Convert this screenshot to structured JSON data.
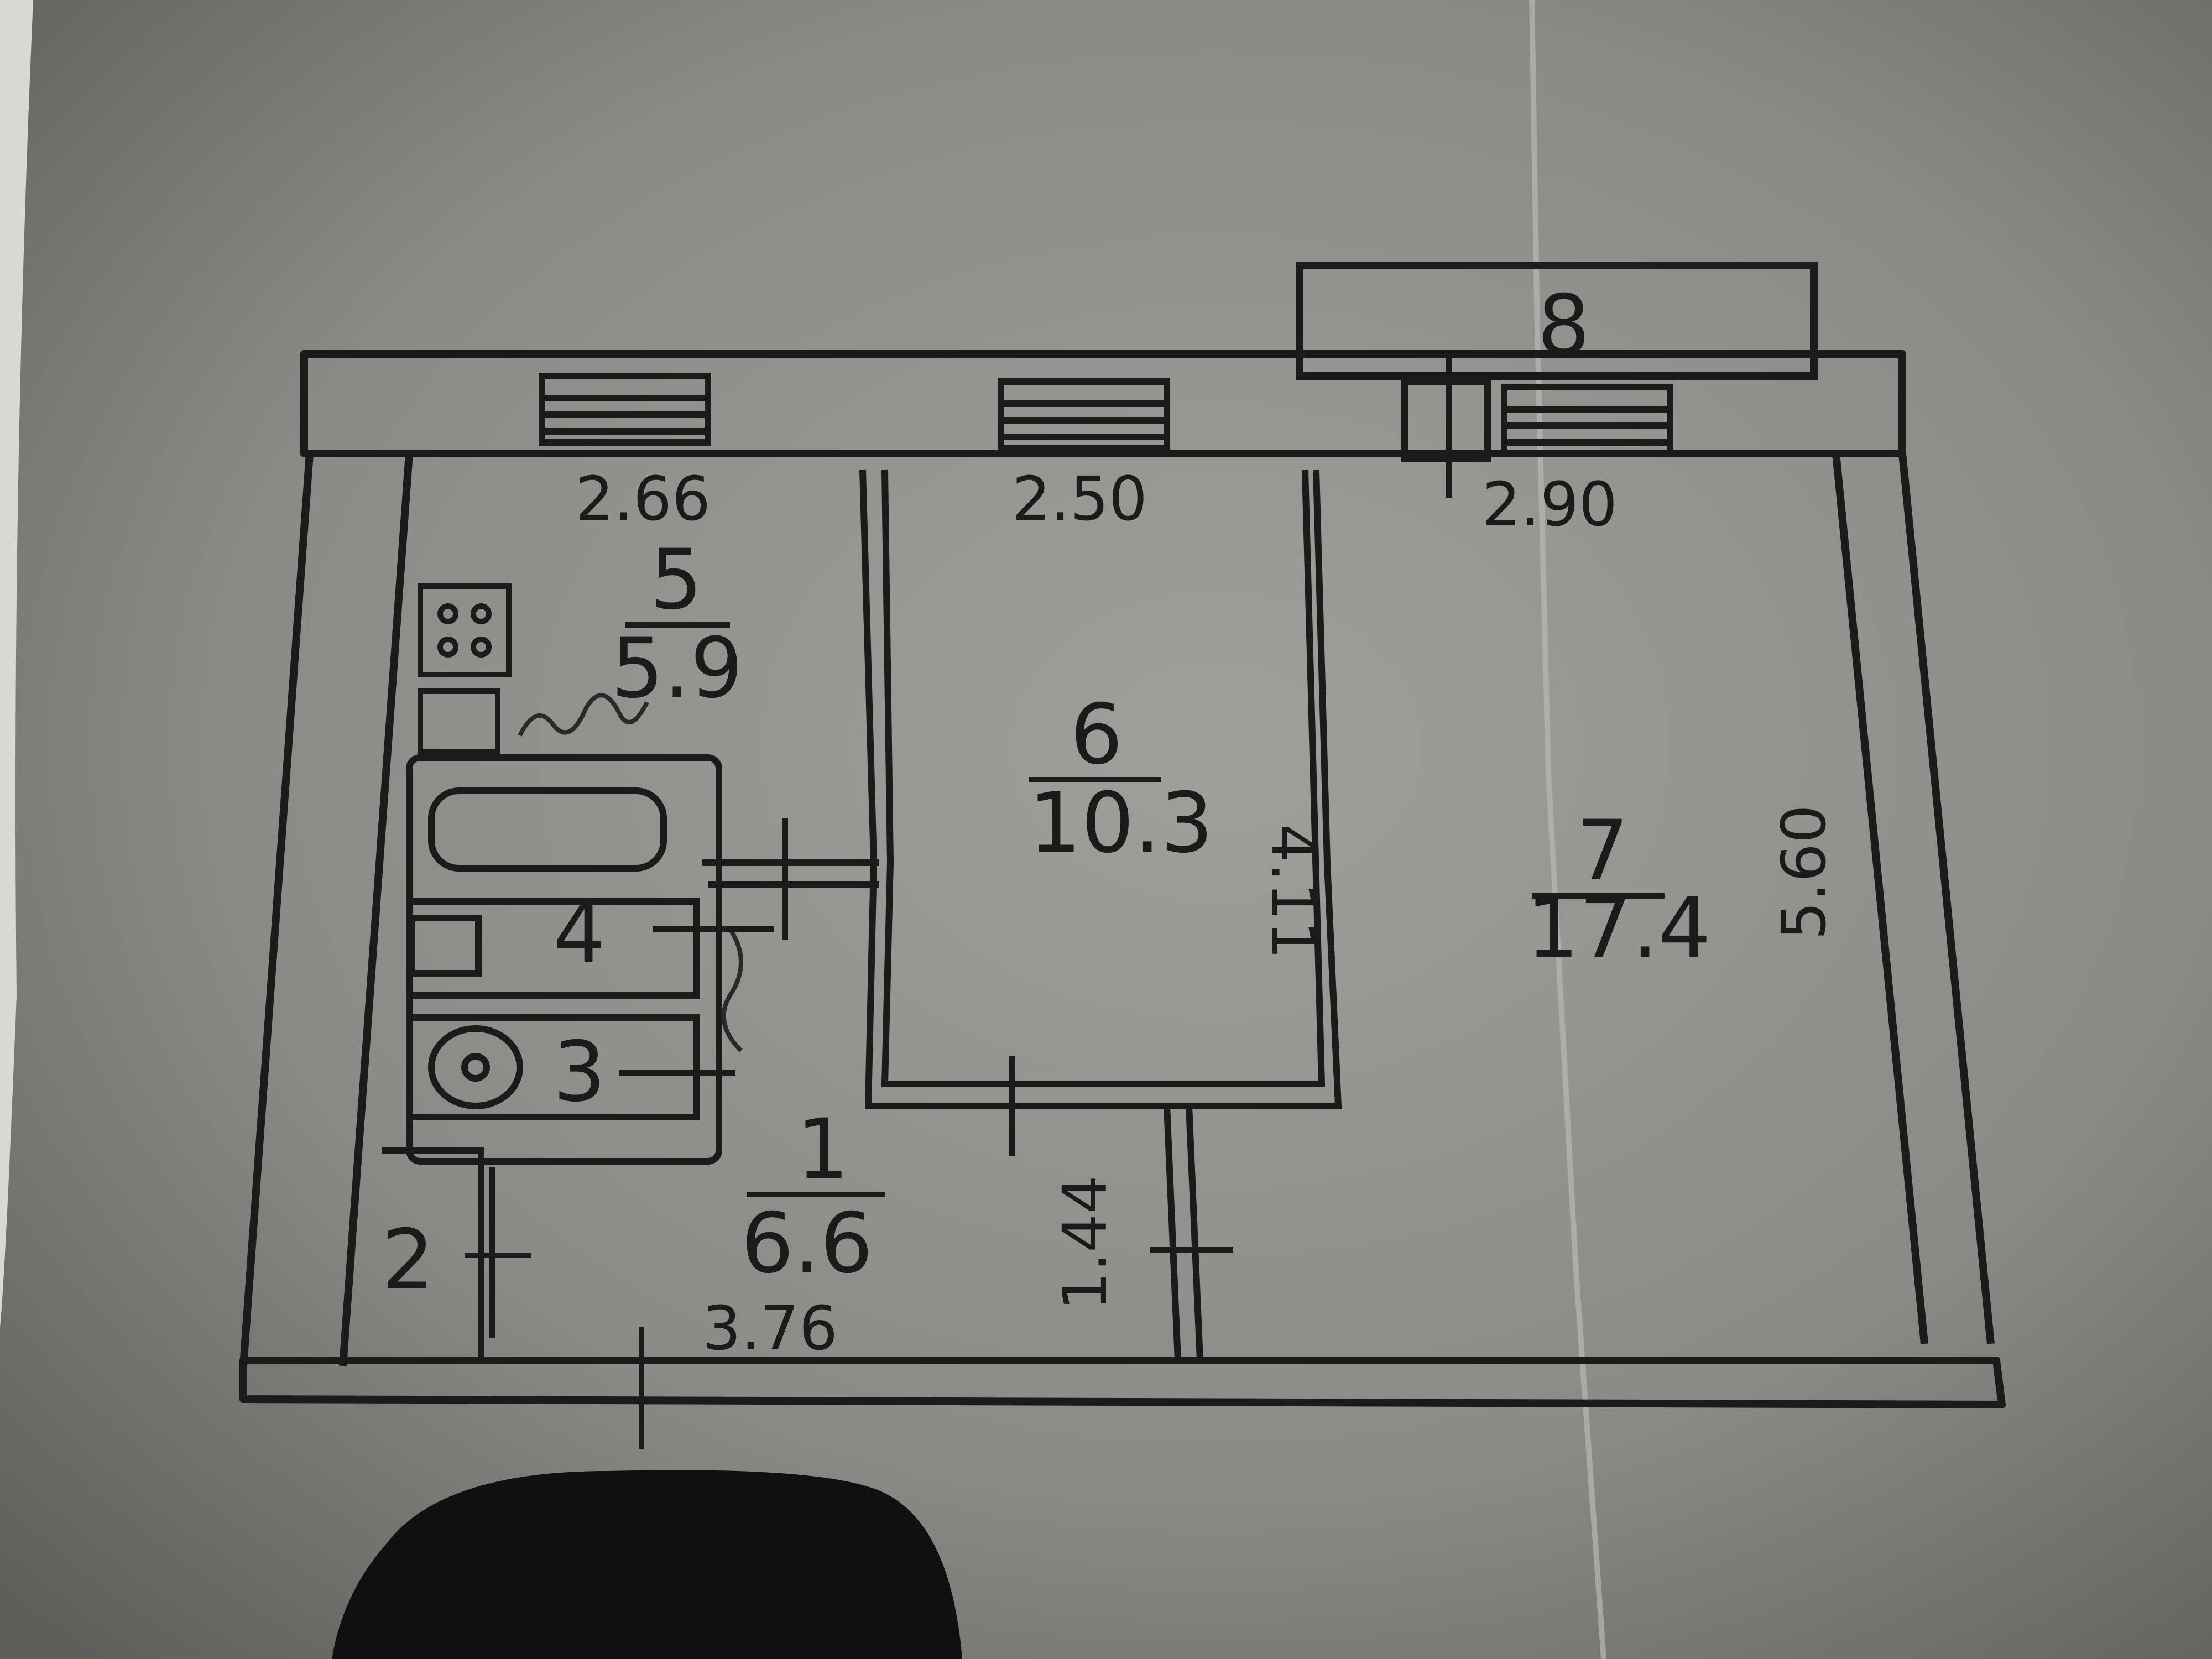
{
  "colors": {
    "paper": "#8a8985",
    "paper_light": "#a9a8a3",
    "ink": "#1b1b1b",
    "shadow": "#0e0e10"
  },
  "rooms": [
    {
      "number": "5",
      "area": "5.9"
    },
    {
      "number": "6",
      "area": "10.3"
    },
    {
      "number": "7",
      "area": "17.4"
    },
    {
      "number": "1",
      "area": "6.6"
    },
    {
      "number": "2"
    },
    {
      "number": "3"
    },
    {
      "number": "4"
    },
    {
      "number": "8"
    }
  ],
  "dimensions": {
    "top_left": "2.66",
    "top_mid": "2.50",
    "top_right": "2.90",
    "room6_height": "4.11",
    "room7_height": "5.60",
    "hall_width": "3.76",
    "hall_height": "1.44"
  }
}
